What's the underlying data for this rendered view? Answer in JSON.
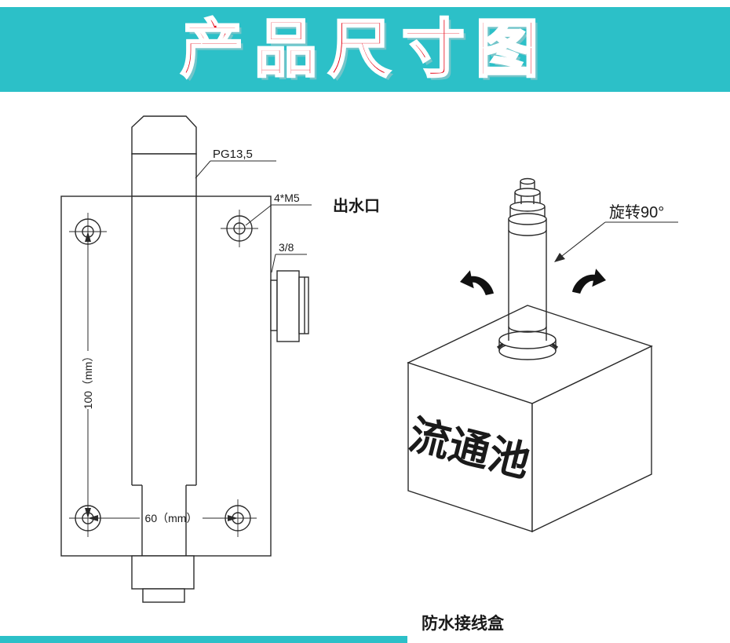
{
  "banner": {
    "title": "产品尺寸图"
  },
  "colors": {
    "banner_bg": "#2cc0c8",
    "title_red": "#e60012",
    "line": "#2a2a2a"
  },
  "front_view": {
    "thread_label": "PG13,5",
    "screw_label": "4*M5",
    "outlet_label": "出水口",
    "side_thread_label": "3/8",
    "height_dim": "100（mm）",
    "width_dim": "60（mm）"
  },
  "iso_view": {
    "rotate_label": "旋转90°",
    "box_label": "流通池",
    "junction_label": "防水接线盒"
  }
}
